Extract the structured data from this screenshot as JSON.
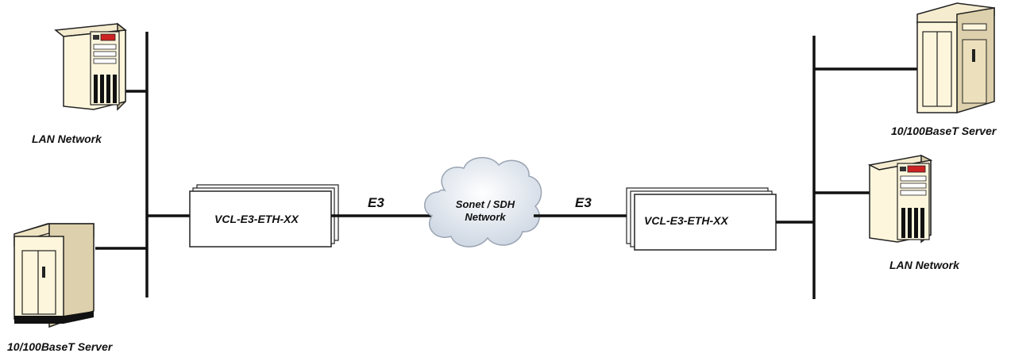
{
  "labels": {
    "lan_left": "LAN Network",
    "server_left": "10/100BaseT Server",
    "device_left": "VCL-E3-ETH-XX",
    "link_left": "E3",
    "cloud_line1": "Sonet / SDH",
    "cloud_line2": "Network",
    "link_right": "E3",
    "device_right": "VCL-E3-ETH-XX",
    "server_right": "10/100BaseT Server",
    "lan_right": "LAN Network"
  },
  "colors": {
    "line": "#111111",
    "cabinet": "#fdf6dc",
    "cloud_fill": "#dfe6ef",
    "led": "#cc2222"
  }
}
